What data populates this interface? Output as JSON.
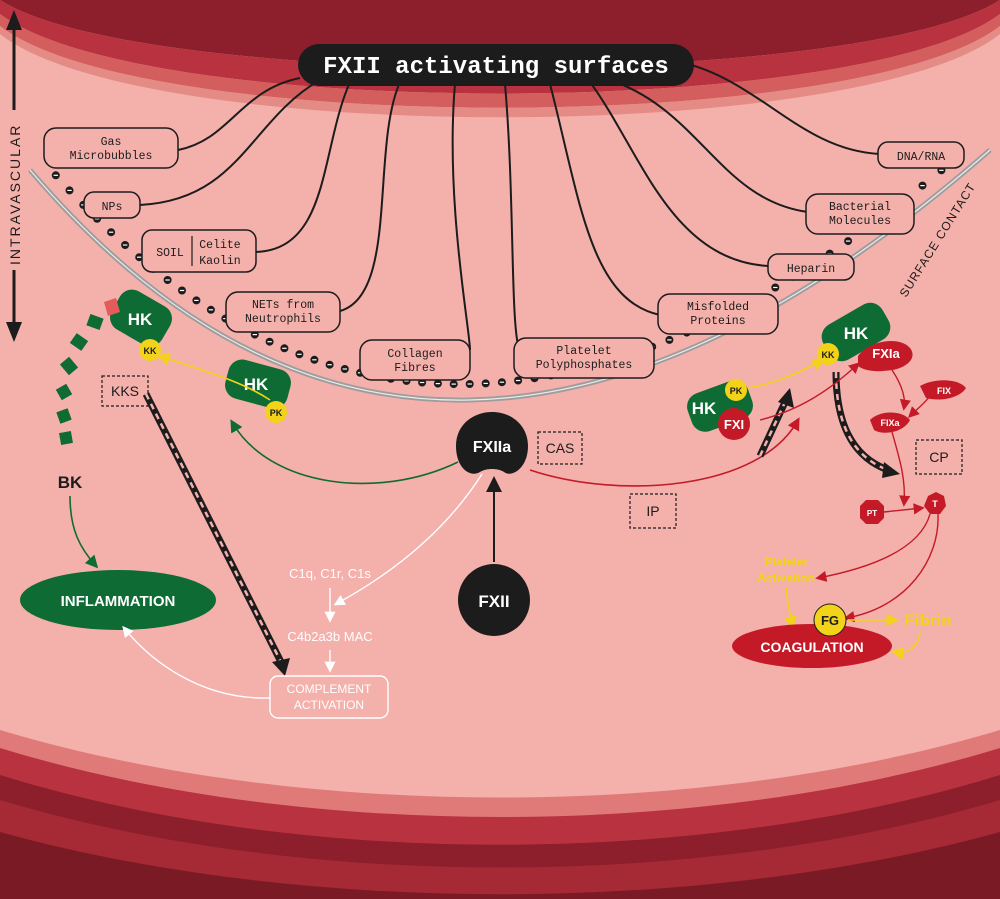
{
  "title": "FXII activating surfaces",
  "side_label_left": "INTRAVASCULAR",
  "side_label_right": "SURFACE CONTACT",
  "surfaces": {
    "gas": [
      "Gas",
      "Microbubbles"
    ],
    "nps": "NPs",
    "soil": "SOIL",
    "celite": "Celite",
    "kaolin": "Kaolin",
    "nets": [
      "NETs from",
      "Neutrophils"
    ],
    "collagen": [
      "Collagen",
      "Fibres"
    ],
    "platelet_poly": [
      "Platelet",
      "Polyphosphates"
    ],
    "misfolded": [
      "Misfolded",
      "Proteins"
    ],
    "heparin": "Heparin",
    "bacterial": [
      "Bacterial",
      "Molecules"
    ],
    "dna": "DNA/RNA"
  },
  "factors": {
    "hk": "HK",
    "kk": "KK",
    "pk": "PK",
    "fxi": "FXI",
    "fxia": "FXIa",
    "fix": "FIX",
    "fixa": "FIXa",
    "fxiia": "FXIIa",
    "fxii": "FXII",
    "pt": "PT",
    "t": "T",
    "fg": "FG",
    "bk": "BK"
  },
  "systems": {
    "kks": "KKS",
    "cas": "CAS",
    "ip": "IP",
    "cp": "CP"
  },
  "complement": {
    "c1": "C1q, C1r, C1s",
    "c4": "C4b2a3b MAC",
    "activation": [
      "COMPLEMENT",
      "ACTIVATION"
    ]
  },
  "outcomes": {
    "inflammation": "INFLAMMATION",
    "coagulation": "COAGULATION",
    "platelet_activation": [
      "Platelet",
      "Activation"
    ],
    "fibrin": "Fibrin"
  },
  "colors": {
    "vessel_dark": "#8c1f2b",
    "vessel_mid": "#b8333f",
    "vessel_light": "#e07a78",
    "lumen": "#f4b0ab",
    "green": "#0e6b33",
    "red": "#c41a28",
    "yellow": "#f2d319",
    "black": "#1c1c1c"
  }
}
